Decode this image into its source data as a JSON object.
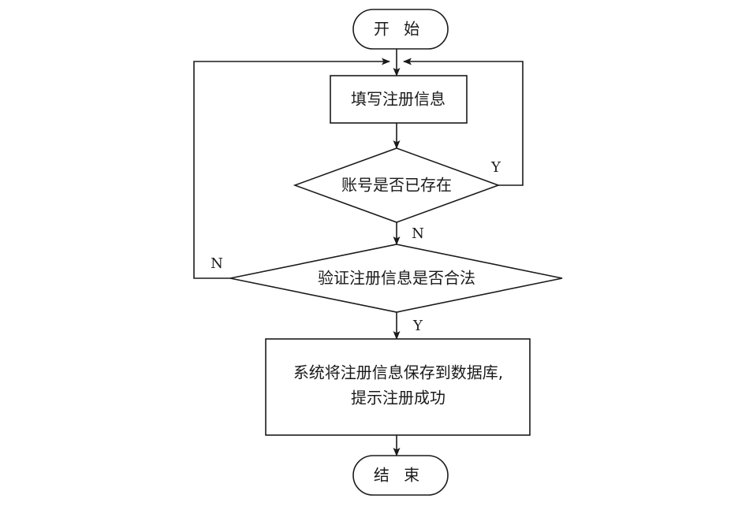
{
  "diagram": {
    "type": "flowchart",
    "title": "",
    "orientation": "top-to-bottom",
    "nodes": {
      "start": {
        "label": "开 始",
        "shape": "terminator"
      },
      "fill_form": {
        "label": "填写注册信息",
        "shape": "process"
      },
      "account_exists": {
        "label": "账号是否已存在",
        "shape": "decision"
      },
      "validate_info": {
        "label": "验证注册信息是否合法",
        "shape": "decision"
      },
      "save_db": {
        "label_line1": "系统将注册信息保存到数据库,",
        "label_line2": "提示注册成功",
        "shape": "process"
      },
      "end": {
        "label": "结 束",
        "shape": "terminator"
      }
    },
    "branch_labels": {
      "account_exists_yes": "Y",
      "account_exists_no": "N",
      "validate_no": "N",
      "validate_yes": "Y"
    },
    "colors": {
      "stroke": "#1a1a1a",
      "fill": "#ffffff",
      "background": "#ffffff"
    }
  }
}
